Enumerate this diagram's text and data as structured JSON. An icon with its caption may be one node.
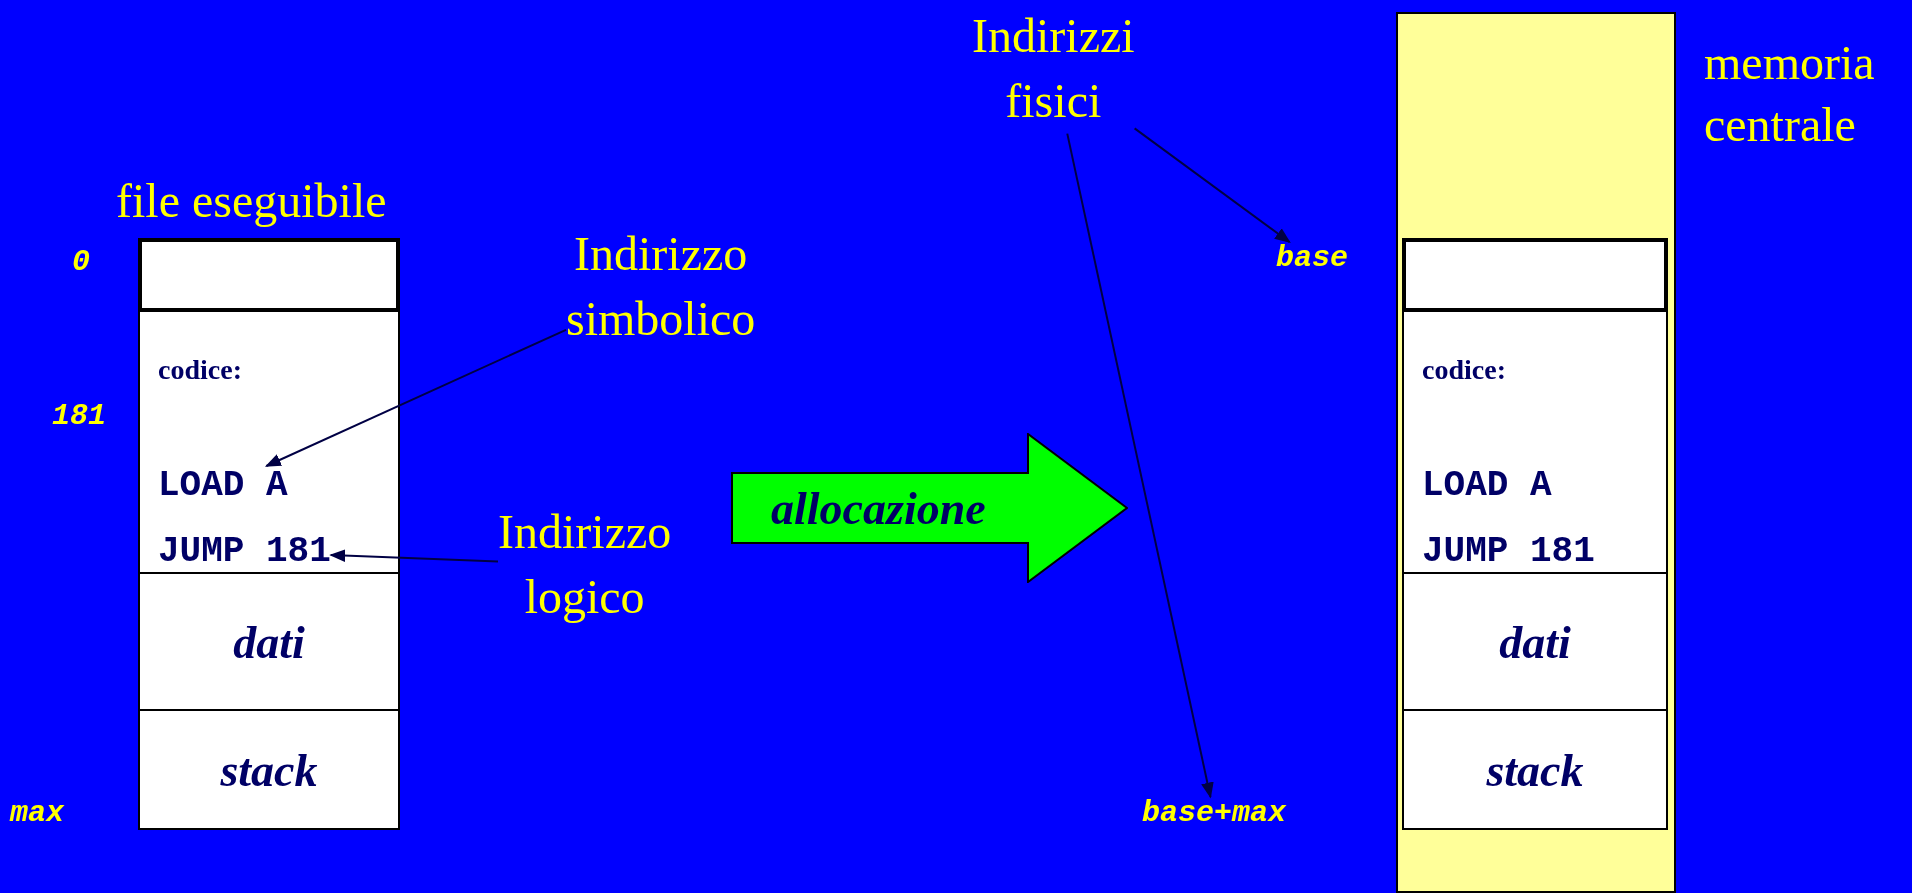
{
  "diagram": {
    "nodes": [
      {
        "text": [
          "file eseguibile"
        ]
      },
      {
        "text": [],
        "shape": "box",
        "in": 0
      },
      {
        "text": [
          "codice:"
        ],
        "in": 0
      },
      {
        "text": [
          "LOAD A"
        ],
        "in": 2
      },
      {
        "text": [
          "JUMP 181"
        ],
        "in": 2
      },
      {
        "text": [
          "dati"
        ],
        "in": 0
      },
      {
        "text": [
          "stack"
        ],
        "in": 0
      },
      {
        "text": [
          "Indirizzo simbolico"
        ]
      },
      {
        "text": [
          "Indirizzo logico"
        ]
      },
      {
        "text": [
          "allocazione"
        ]
      },
      {
        "text": [
          "Indirizzi fisici"
        ]
      },
      {
        "text": [
          "memoria centrale"
        ]
      },
      {
        "text": [],
        "shape": "box",
        "in": 11
      },
      {
        "text": [],
        "shape": "box",
        "in": 12
      },
      {
        "text": [
          "codice:"
        ],
        "in": 12
      },
      {
        "text": [
          "LOAD A"
        ],
        "in": 14
      },
      {
        "text": [
          "JUMP 181"
        ],
        "in": 14
      },
      {
        "text": [
          "dati"
        ],
        "in": 12
      },
      {
        "text": [
          "stack"
        ],
        "in": 12
      },
      {
        "text": [
          "base"
        ]
      },
      {
        "text": [
          "base+max"
        ]
      }
    ],
    "edges": [
      {
        "from": 7,
        "to": 3,
        "arrow": "to"
      },
      {
        "from": 8,
        "to": 4,
        "arrow": "to"
      },
      {
        "from": 10,
        "to": 19,
        "arrow": "to"
      },
      {
        "from": 10,
        "to": 20,
        "arrow": "to"
      }
    ],
    "labels": [
      "0",
      "181",
      "max"
    ]
  }
}
